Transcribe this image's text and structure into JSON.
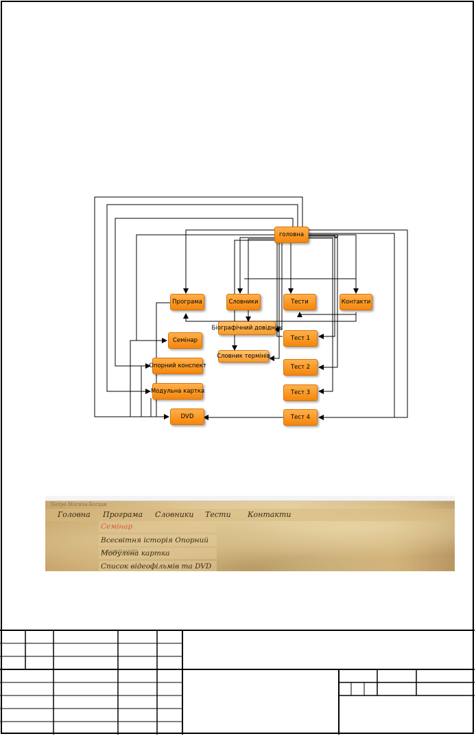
{
  "diagram": {
    "nodes": {
      "home": "головна",
      "program": "Програма",
      "dictionaries": "Словники",
      "tests": "Тести",
      "contacts": "Контакти",
      "seminar": "Семінар",
      "outline": "Опорний конспект",
      "module_card": "Модульна картка",
      "dvd": "DVD",
      "bio_ref": "Біографічний довідник",
      "glossary": "Словник термінів",
      "test1": "Тест 1",
      "test2": "Тест 2",
      "test3": "Тест 3",
      "test4": "Тест 4"
    }
  },
  "site_menu": {
    "brand": "Петро Могила-Богдан",
    "nav": [
      "Головна",
      "Програма",
      "Словники",
      "Тести",
      "Контакти"
    ],
    "submenu": [
      "Семінар",
      "Всесвітня історія Опорний конспект",
      "Модульна картка",
      "Список відеофільмів та DVD"
    ]
  },
  "colors": {
    "node_fill": "#f4860c",
    "node_border": "#d9730a",
    "line": "#000000"
  }
}
